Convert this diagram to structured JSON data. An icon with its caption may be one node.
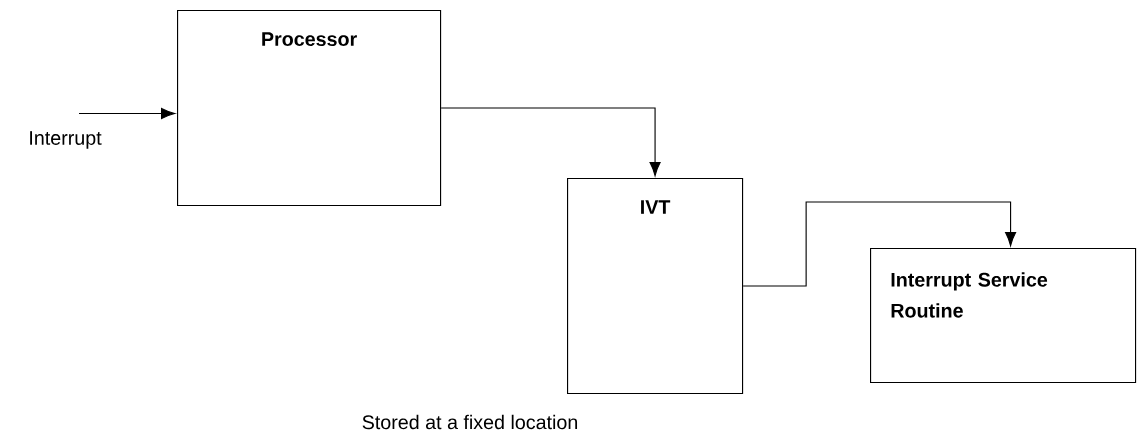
{
  "diagram": {
    "nodes": [
      {
        "text": [
          "Interrupt"
        ]
      },
      {
        "text": [
          "Processor"
        ]
      },
      {
        "text": [
          "IVT"
        ]
      },
      {
        "text": [
          "Interrupt Service Routine"
        ]
      }
    ],
    "edges": [
      {
        "from": 0,
        "to": 1,
        "arrow": "to"
      },
      {
        "from": 1,
        "to": 2,
        "arrow": "to"
      },
      {
        "from": 2,
        "to": 3,
        "arrow": "to"
      }
    ],
    "labels": [
      "Stored at a fixed location"
    ]
  }
}
